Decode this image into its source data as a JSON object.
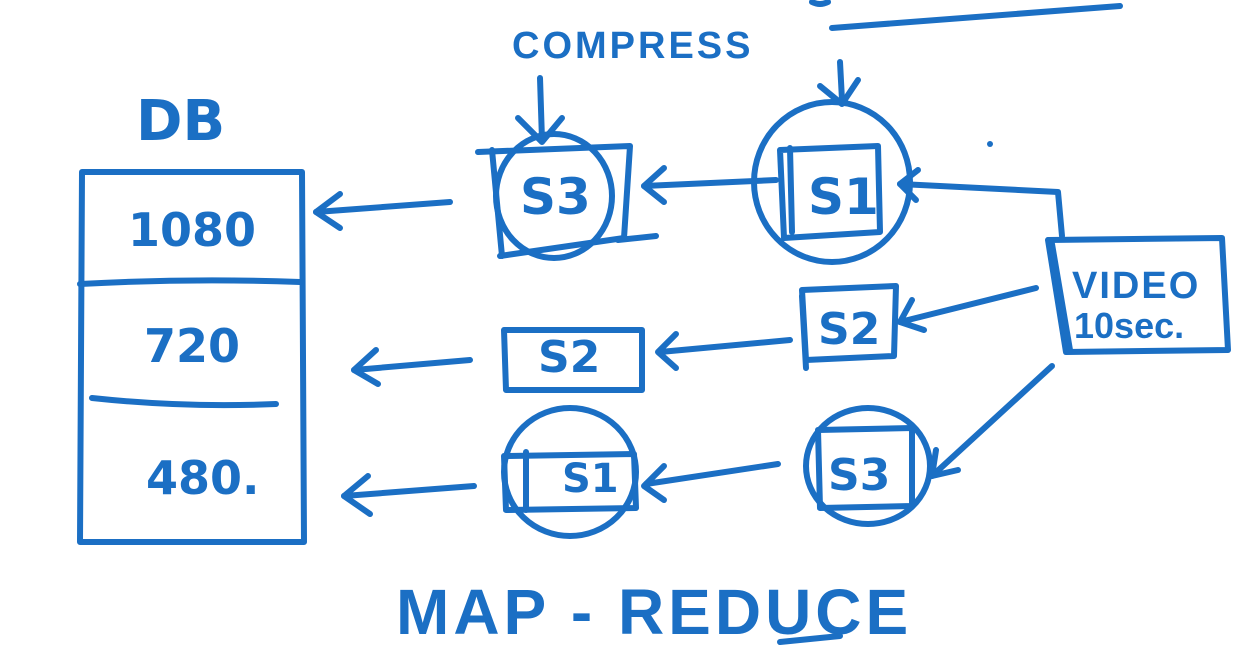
{
  "ink_color": "#1b6fc4",
  "db": {
    "title": "DB",
    "rows": [
      "1080",
      "720",
      "480."
    ]
  },
  "compress_label": "COMPRESS",
  "map_nodes": {
    "top": "S1",
    "middle": "S2",
    "bottom": "S3"
  },
  "reduce_nodes": {
    "top": "S3",
    "middle": "S2",
    "bottom": "S1"
  },
  "source": {
    "line1": "VIDEO",
    "line2": "10sec."
  },
  "caption": "MAP - REDUCE"
}
